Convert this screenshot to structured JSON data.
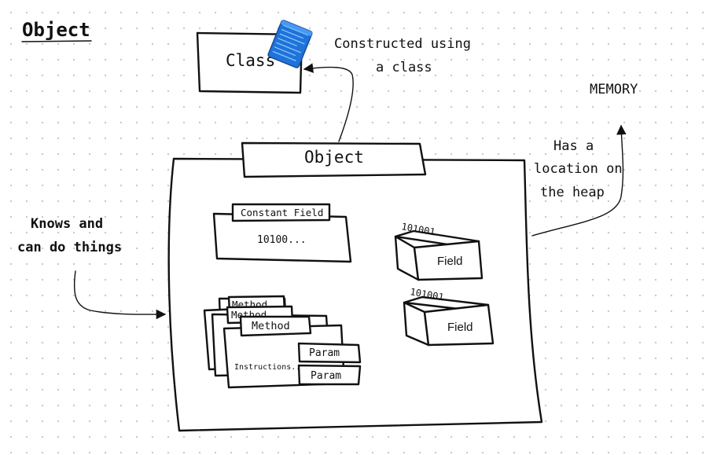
{
  "title": "Object",
  "class_box": {
    "label": "Class"
  },
  "notes": {
    "constructed": [
      "Constructed using",
      "a class"
    ],
    "memory": "MEMORY",
    "heap": [
      "Has a",
      "location on",
      "the heap"
    ],
    "knows": [
      "Knows and",
      "can do things"
    ]
  },
  "object_box": {
    "label": "Object",
    "constant_field": {
      "label": "Constant Field",
      "value": "10100..."
    },
    "methods": {
      "label": "Method",
      "stack_labels": [
        "Method",
        "Method"
      ],
      "instructions": "Instructions...",
      "params": [
        "Param",
        "Param"
      ]
    },
    "fields": [
      {
        "label": "Field",
        "bits": "101001"
      },
      {
        "label": "Field",
        "bits": "101001"
      }
    ]
  },
  "colors": {
    "background": "#ffffff",
    "ink": "#111111",
    "grid_dot": "#c9c9c9",
    "class_card_blue": "#1f73d9"
  },
  "icons": [
    "class-card-icon",
    "arrow-icon"
  ]
}
